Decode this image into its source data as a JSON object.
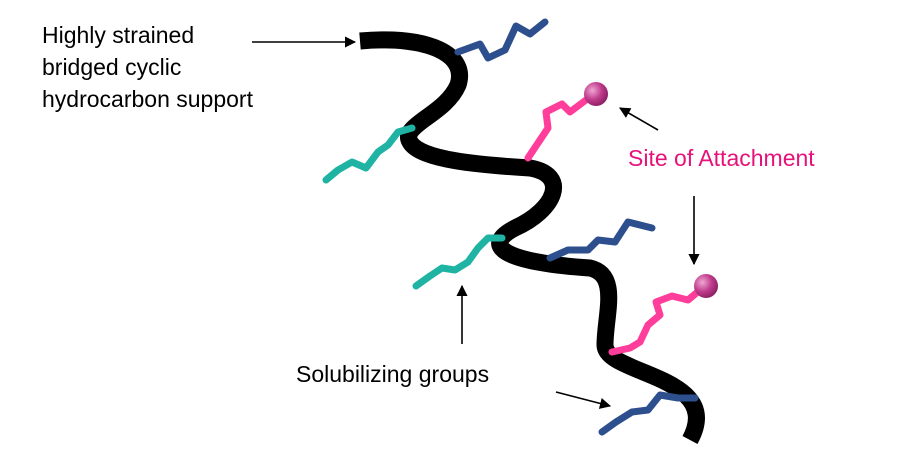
{
  "labels": {
    "support_line1": "Highly strained",
    "support_line2": "bridged cyclic",
    "support_line3": "hydrocarbon support",
    "site_of_attachment": "Site of Attachment",
    "solubilizing_groups": "Solubilizing groups"
  },
  "colors": {
    "backbone": "#000000",
    "solubilizing_teal": "#1fb3a4",
    "solubilizing_blue": "#2d4f8e",
    "linker_pink": "#ff3d9a",
    "site_label": "#e6127a",
    "attachment_bead": "#c03c8c"
  }
}
